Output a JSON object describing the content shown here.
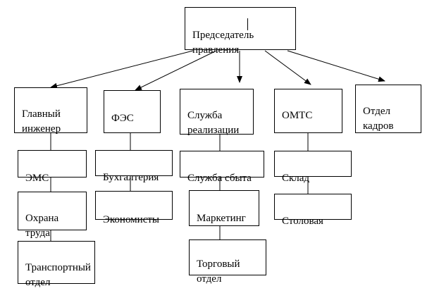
{
  "diagram": {
    "root": {
      "label": "Председатель правления"
    },
    "branches": [
      {
        "head": "Главный инженер",
        "children": [
          "ЭМС",
          "Охрана труда",
          "Транспортный отдел"
        ]
      },
      {
        "head": "ФЭС",
        "children": [
          "Бухгалтерия",
          "Экономисты"
        ]
      },
      {
        "head": "Служба реализации",
        "children": [
          "Служба сбыта",
          "Маркетинг",
          "Торговый отдел"
        ]
      },
      {
        "head": "ОМТС",
        "children": [
          "Склад",
          "Столовая"
        ]
      },
      {
        "head": "Отдел кадров",
        "children": []
      }
    ]
  },
  "colors": {
    "line": "#000000",
    "box_border": "#000000",
    "background": "#ffffff"
  }
}
